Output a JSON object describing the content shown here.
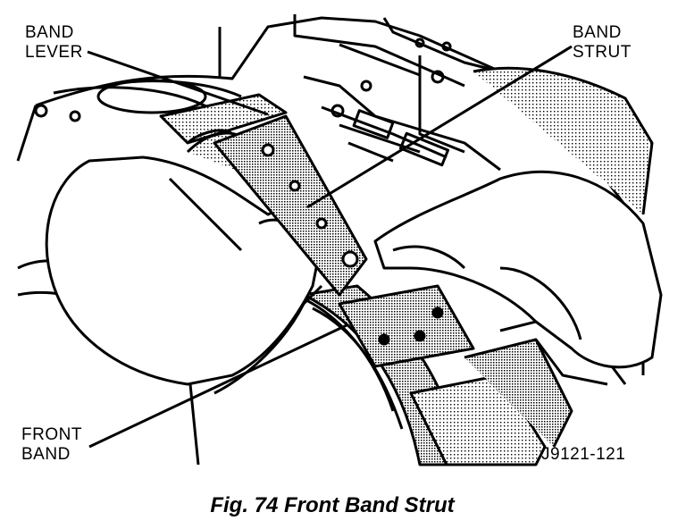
{
  "labels": {
    "band_lever": [
      "BAND",
      "LEVER"
    ],
    "band_strut": [
      "BAND",
      "STRUT"
    ],
    "front_band": [
      "FRONT",
      "BAND"
    ],
    "figure_id": "J9121-121"
  },
  "caption": "Fig. 74 Front Band Strut",
  "illustration": {
    "subject": "hands installing band strut between band lever and front band",
    "colors": {
      "ink": "#000000",
      "paper": "#ffffff",
      "screen": "#b8b8b8"
    }
  }
}
